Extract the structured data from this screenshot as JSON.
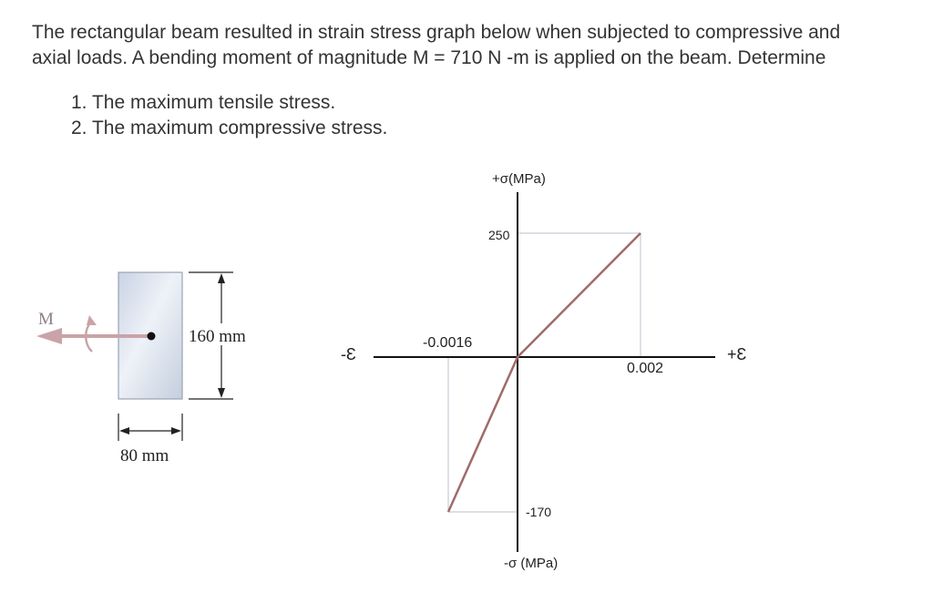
{
  "problem": {
    "line1": "The rectangular beam resulted in strain stress graph below when subjected to compressive and",
    "line2": "axial loads. A bending moment of magnitude M = 710 N -m is applied on the beam. Determine"
  },
  "tasks": [
    "1. The maximum tensile stress.",
    "2. The maximum compressive stress."
  ],
  "beam": {
    "moment_label": "M",
    "height_label": "160 mm",
    "width_label": "80 mm"
  },
  "chart_data": {
    "type": "line",
    "series": [
      {
        "x": [
          -0.0016,
          0,
          0.002
        ],
        "y": [
          -170,
          0,
          250
        ]
      }
    ],
    "y_axis_top_label": "+σ(MPa)",
    "y_axis_bottom_label": "-σ (MPa)",
    "x_axis_left_label": "-Ɛ",
    "x_axis_right_label": "+Ɛ",
    "tick_labels": {
      "x_neg": "-0.0016",
      "x_pos": "0.002",
      "y_pos": "250",
      "y_neg": "-170"
    },
    "grid": false,
    "colors": {
      "curve": "#a06a6a",
      "guides": "#c8ccd8",
      "axes": "#111111"
    }
  }
}
